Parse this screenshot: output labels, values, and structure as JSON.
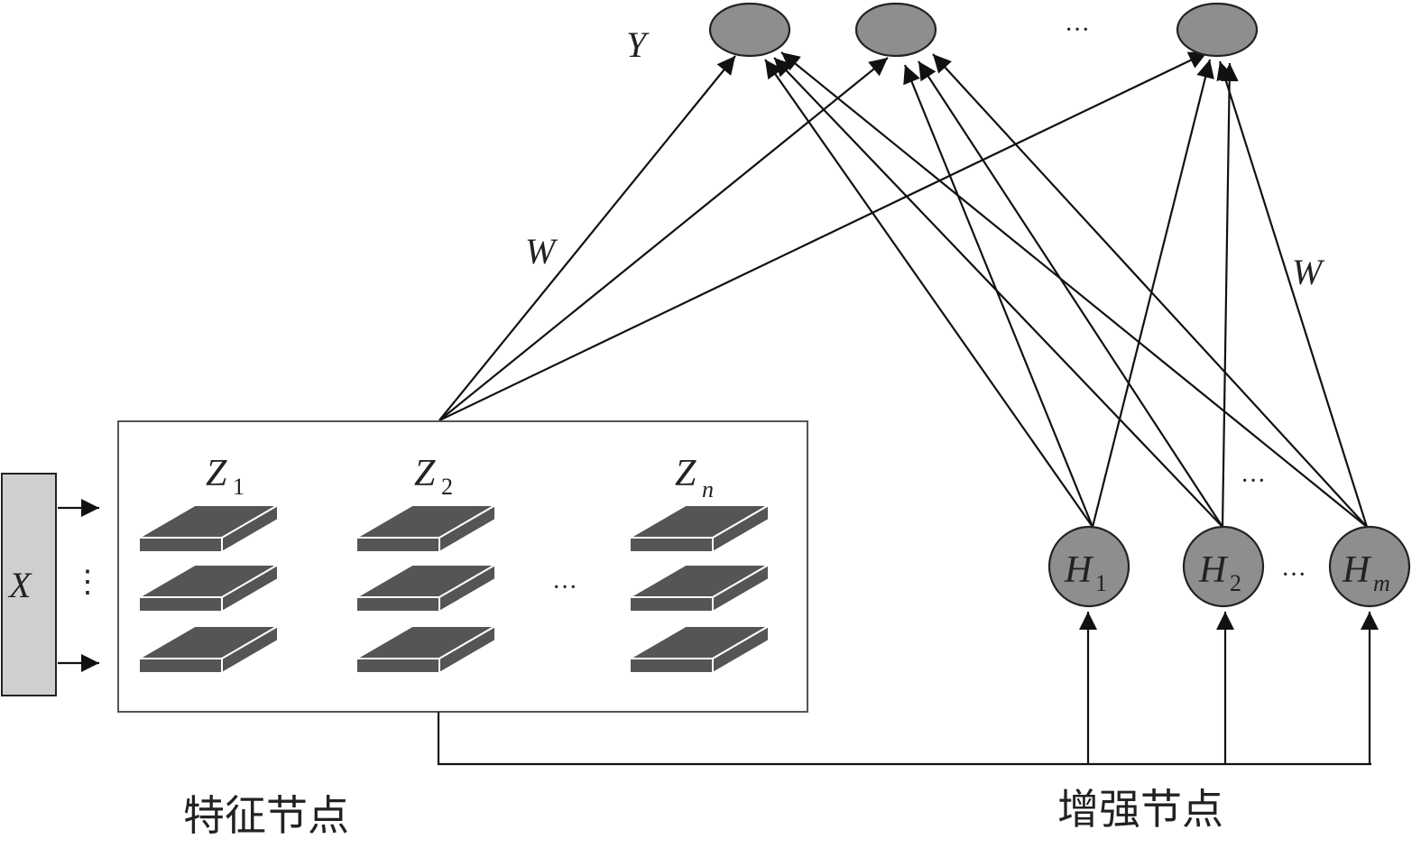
{
  "output_layer": {
    "label": "Y",
    "ellipsis": "···",
    "node_color": "#8e8e8e"
  },
  "input": {
    "label": "X",
    "ellipsis": "⋮",
    "box_color": "#cfcfcf"
  },
  "feature_nodes": {
    "caption": "特征节点",
    "weight_label": "W",
    "groups": [
      {
        "base": "Z",
        "sub": "1"
      },
      {
        "base": "Z",
        "sub": "2"
      },
      {
        "base": "Z",
        "sub": "n"
      }
    ],
    "ellipsis": "···",
    "plate_color": "#555555"
  },
  "enhancement_nodes": {
    "caption": "增强节点",
    "weight_label": "W",
    "nodes": [
      {
        "base": "H",
        "sub": "1"
      },
      {
        "base": "H",
        "sub": "2"
      },
      {
        "base": "H",
        "sub": "m"
      }
    ],
    "ellipsis_between": "···",
    "ellipsis_above": "···",
    "node_color": "#8e8e8e"
  }
}
